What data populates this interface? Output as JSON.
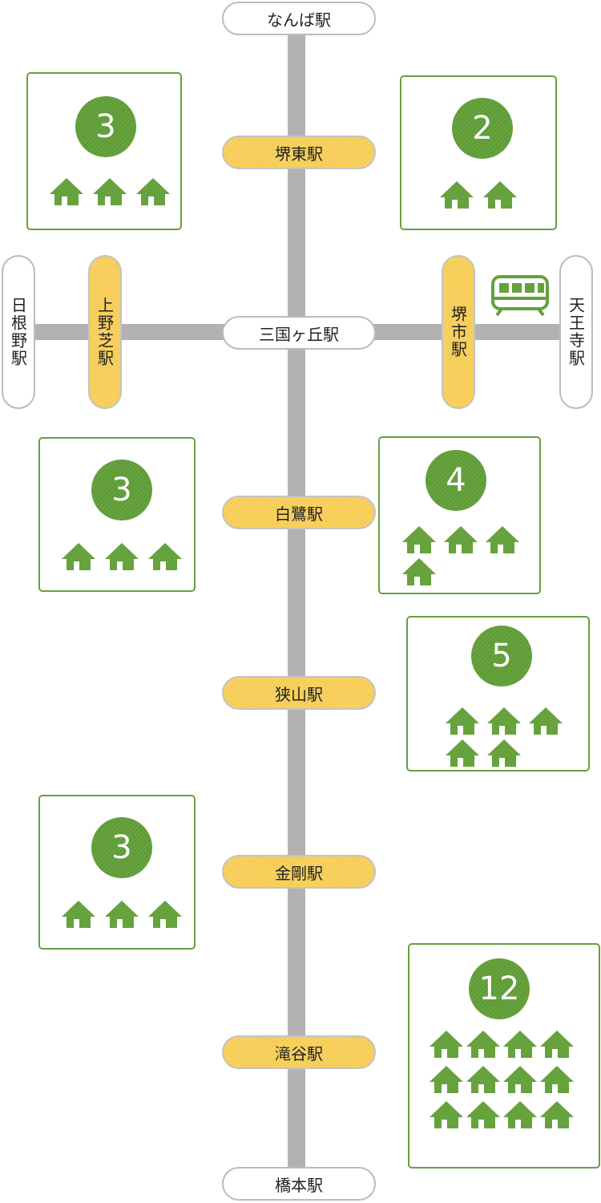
{
  "colors": {
    "accent_green": "#65a03d",
    "line_gray": "#b3b1b2",
    "station_yellow": "#f8d261"
  },
  "icons": {
    "property": "house-icon",
    "terminal": "train-icon"
  },
  "stations": {
    "namba": "なんば駅",
    "sakaihigashi": "堺東駅",
    "hine": "日根野駅",
    "uenoshiba": "上野芝駅",
    "mikunigaoka": "三国ヶ丘駅",
    "sakaishi": "堺市駅",
    "tennoji": "天王寺駅",
    "shirasagi": "白鷺駅",
    "sayama": "狭山駅",
    "kongo": "金剛駅",
    "takidani": "滝谷駅",
    "hashimoto": "橋本駅"
  },
  "bubbles": [
    {
      "station": "上野芝駅",
      "count": 3
    },
    {
      "station": "堺東駅",
      "count": 2
    },
    {
      "station": "白鷺駅",
      "count": 3
    },
    {
      "station": "堺市駅",
      "count": 4
    },
    {
      "station": "狭山駅",
      "count": 5
    },
    {
      "station": "金剛駅",
      "count": 3
    },
    {
      "station": "滝谷駅",
      "count": 12
    }
  ]
}
